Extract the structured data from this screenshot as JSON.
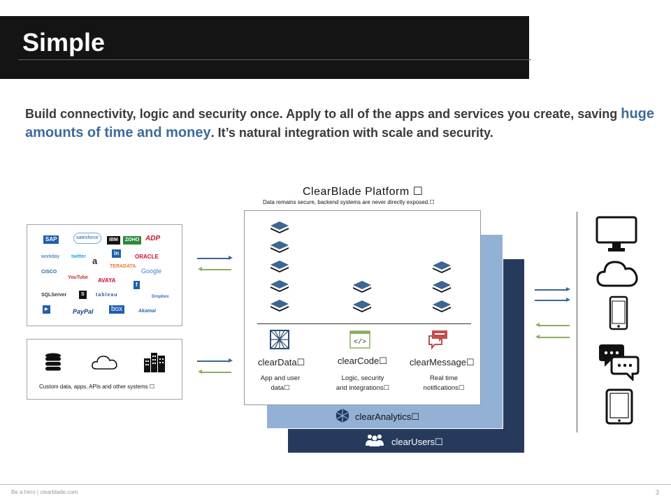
{
  "header": {
    "title": "Simple"
  },
  "intro": {
    "part1": "Build connectivity, logic and security once. Apply to all of the apps and services you create, saving ",
    "highlight": "huge amounts of time and money",
    "part2": ". It’s natural integration with scale and security."
  },
  "platform": {
    "title": "ClearBlade Platform",
    "subtitle": "Data remains secure, backend systems are never directly exposed.",
    "services": [
      {
        "name": "clearData",
        "desc_line1": "App and user",
        "desc_line2": "data"
      },
      {
        "name": "clearCode",
        "desc_line1": "Logic, security",
        "desc_line2": "and integrations"
      },
      {
        "name": "clearMessage",
        "desc_line1": "Real time",
        "desc_line2": "notifications"
      }
    ],
    "analytics_label": "clearAnalytics",
    "users_label": "clearUsers"
  },
  "left_panel": {
    "logos": [
      "SAP",
      "salesforce",
      "IBM",
      "ZOHO",
      "ADP",
      "workday",
      "in",
      "ORACLE",
      "twitter",
      "a",
      "TERADATA",
      "Google",
      "CISCO",
      "YouTube",
      "AVAYA",
      "f",
      "SQLServer",
      "S",
      "tableau",
      "Dropbox",
      "PayPal",
      "box",
      "Akamai"
    ],
    "custom_caption": "Custom data, apps, APIs and other systems"
  },
  "icons": [
    "database-icon",
    "cloud-icon",
    "buildings-icon",
    "layers-icon",
    "data-icon",
    "code-icon",
    "message-icon",
    "analytics-icon",
    "users-icon",
    "monitor-icon",
    "cloud-device-icon",
    "phone-icon",
    "chat-icon",
    "tablet-icon"
  ],
  "colors": {
    "accent_blue": "#3d6a9c",
    "dark_layer": "#263b5c",
    "mid_layer": "#93b1d5",
    "arrow_green": "#8aac63",
    "arrow_blue": "#3c6793",
    "message_red": "#c0504d"
  },
  "footer": {
    "text": "Be a hero | clearblade.com",
    "page": "3"
  }
}
